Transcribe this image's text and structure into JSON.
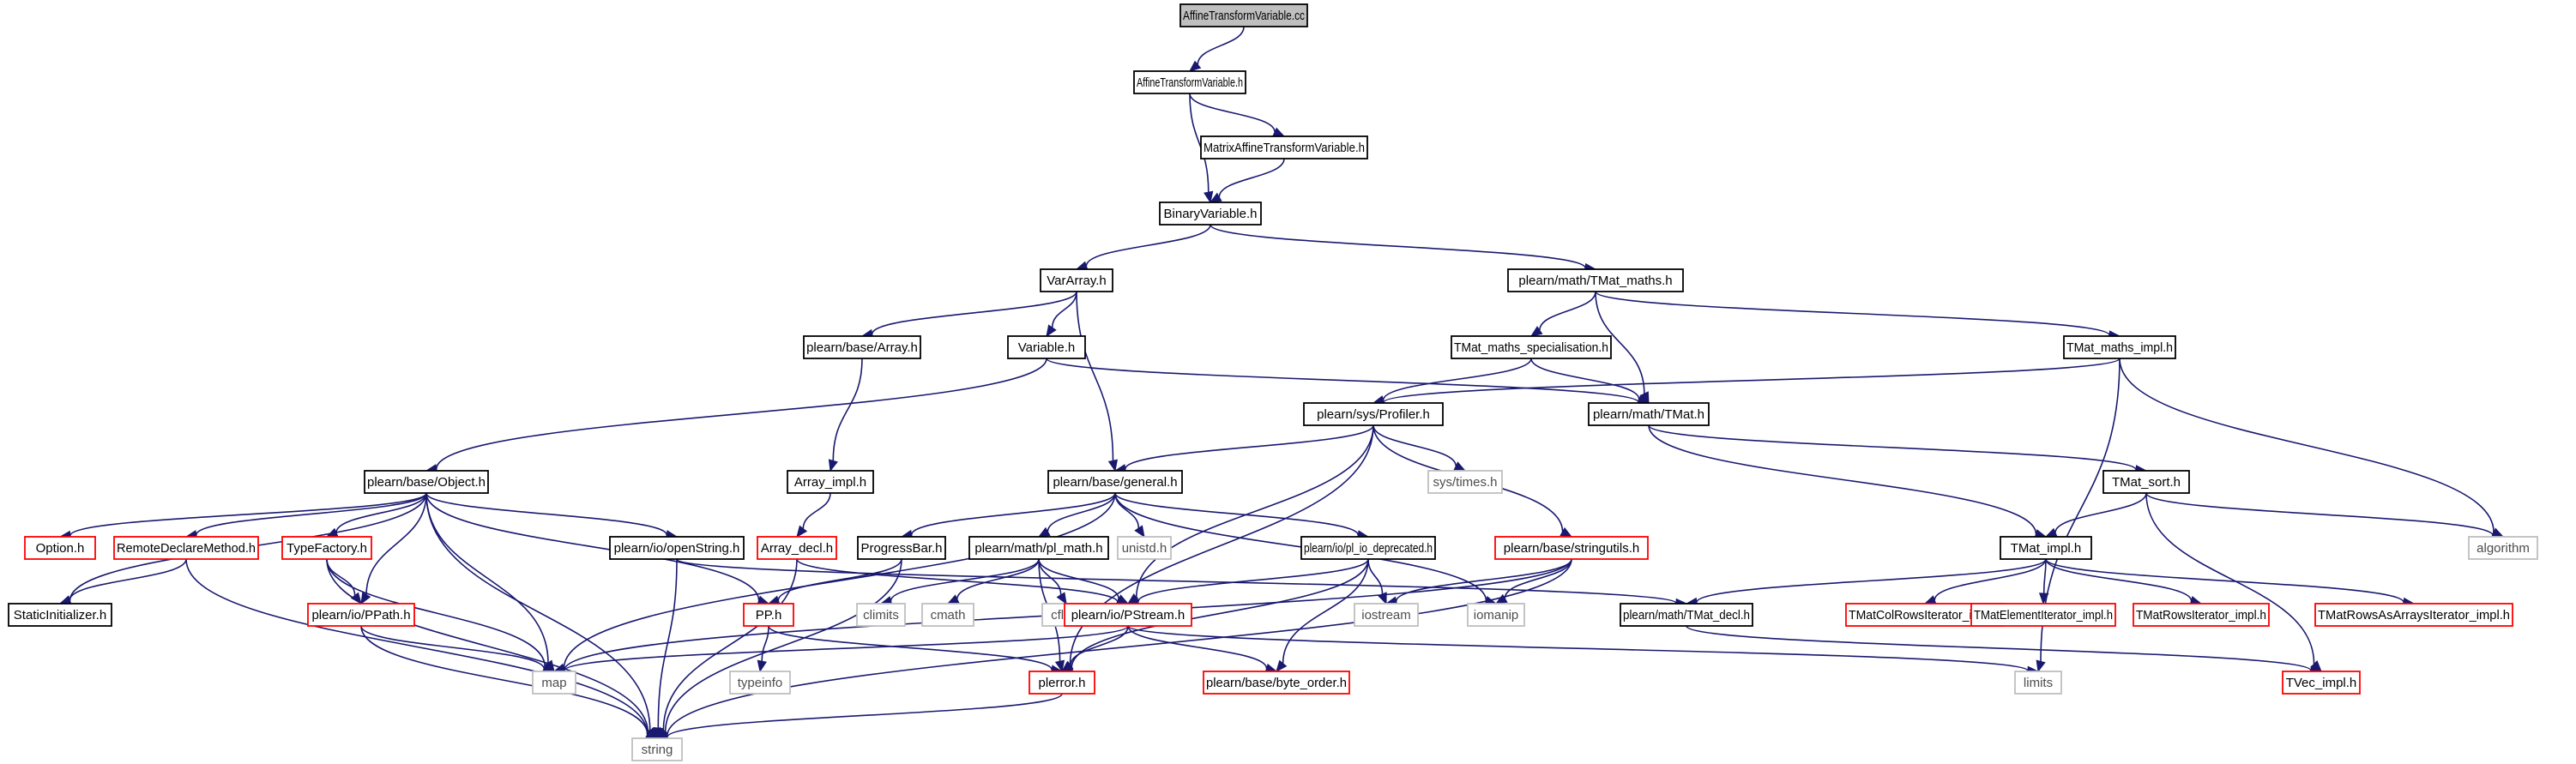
{
  "diagram": {
    "colors": {
      "edge": "#191970",
      "node_border": "#000000",
      "root_fill": "#bfbfbf",
      "incomplete_border": "#ff0000",
      "system_border": "#bfbfbf"
    },
    "nodes": [
      {
        "id": "root",
        "label": "AffineTransformVariable.cc",
        "kind": "root"
      },
      {
        "id": "atv",
        "label": "AffineTransformVariable.h",
        "kind": "normal"
      },
      {
        "id": "matv",
        "label": "MatrixAffineTransformVariable.h",
        "kind": "normal"
      },
      {
        "id": "binv",
        "label": "BinaryVariable.h",
        "kind": "normal"
      },
      {
        "id": "vara",
        "label": "VarArray.h",
        "kind": "normal"
      },
      {
        "id": "tmm",
        "label": "plearn/math/TMat_maths.h",
        "kind": "normal"
      },
      {
        "id": "parr",
        "label": "plearn/base/Array.h",
        "kind": "normal"
      },
      {
        "id": "var",
        "label": "Variable.h",
        "kind": "normal"
      },
      {
        "id": "tmspec",
        "label": "TMat_maths_specialisation.h",
        "kind": "normal"
      },
      {
        "id": "tmmi",
        "label": "TMat_maths_impl.h",
        "kind": "normal"
      },
      {
        "id": "prof",
        "label": "plearn/sys/Profiler.h",
        "kind": "normal"
      },
      {
        "id": "tmat",
        "label": "plearn/math/TMat.h",
        "kind": "normal"
      },
      {
        "id": "obj",
        "label": "plearn/base/Object.h",
        "kind": "normal"
      },
      {
        "id": "arri",
        "label": "Array_impl.h",
        "kind": "normal"
      },
      {
        "id": "gen",
        "label": "plearn/base/general.h",
        "kind": "normal"
      },
      {
        "id": "systimes",
        "label": "sys/times.h",
        "kind": "gray"
      },
      {
        "id": "tsort",
        "label": "TMat_sort.h",
        "kind": "normal"
      },
      {
        "id": "opt",
        "label": "Option.h",
        "kind": "red"
      },
      {
        "id": "rdm",
        "label": "RemoteDeclareMethod.h",
        "kind": "red"
      },
      {
        "id": "tfac",
        "label": "TypeFactory.h",
        "kind": "red"
      },
      {
        "id": "opens",
        "label": "plearn/io/openString.h",
        "kind": "normal"
      },
      {
        "id": "arrd",
        "label": "Array_decl.h",
        "kind": "red"
      },
      {
        "id": "pbar",
        "label": "ProgressBar.h",
        "kind": "normal"
      },
      {
        "id": "plmath",
        "label": "plearn/math/pl_math.h",
        "kind": "normal"
      },
      {
        "id": "unistd",
        "label": "unistd.h",
        "kind": "gray"
      },
      {
        "id": "pliod",
        "label": "plearn/io/pl_io_deprecated.h",
        "kind": "normal"
      },
      {
        "id": "sutil",
        "label": "plearn/base/stringutils.h",
        "kind": "red"
      },
      {
        "id": "tmi",
        "label": "TMat_impl.h",
        "kind": "normal"
      },
      {
        "id": "algo",
        "label": "algorithm",
        "kind": "gray"
      },
      {
        "id": "sinit",
        "label": "StaticInitializer.h",
        "kind": "normal"
      },
      {
        "id": "ppath",
        "label": "plearn/io/PPath.h",
        "kind": "red"
      },
      {
        "id": "pp",
        "label": "PP.h",
        "kind": "red"
      },
      {
        "id": "climits",
        "label": "climits",
        "kind": "gray"
      },
      {
        "id": "cmath",
        "label": "cmath",
        "kind": "gray"
      },
      {
        "id": "cfloat",
        "label": "cfloat",
        "kind": "gray"
      },
      {
        "id": "pstream",
        "label": "plearn/io/PStream.h",
        "kind": "red"
      },
      {
        "id": "iostream",
        "label": "iostream",
        "kind": "gray"
      },
      {
        "id": "iomanip",
        "label": "iomanip",
        "kind": "gray"
      },
      {
        "id": "tmatd",
        "label": "plearn/math/TMat_decl.h",
        "kind": "normal"
      },
      {
        "id": "tcri",
        "label": "TMatColRowsIterator_impl.h",
        "kind": "red"
      },
      {
        "id": "tei",
        "label": "TMatElementIterator_impl.h",
        "kind": "red"
      },
      {
        "id": "tri",
        "label": "TMatRowsIterator_impl.h",
        "kind": "red"
      },
      {
        "id": "traai",
        "label": "TMatRowsAsArraysIterator_impl.h",
        "kind": "red"
      },
      {
        "id": "map",
        "label": "map",
        "kind": "gray"
      },
      {
        "id": "typeinfo",
        "label": "typeinfo",
        "kind": "gray"
      },
      {
        "id": "plerr",
        "label": "plerror.h",
        "kind": "red"
      },
      {
        "id": "border",
        "label": "plearn/base/byte_order.h",
        "kind": "red"
      },
      {
        "id": "limits",
        "label": "limits",
        "kind": "gray"
      },
      {
        "id": "tveci",
        "label": "TVec_impl.h",
        "kind": "red"
      },
      {
        "id": "string",
        "label": "string",
        "kind": "gray"
      }
    ],
    "edges": [
      [
        "root",
        "atv"
      ],
      [
        "atv",
        "matv"
      ],
      [
        "atv",
        "binv"
      ],
      [
        "matv",
        "binv"
      ],
      [
        "binv",
        "vara"
      ],
      [
        "binv",
        "tmm"
      ],
      [
        "vara",
        "parr"
      ],
      [
        "vara",
        "var"
      ],
      [
        "vara",
        "gen"
      ],
      [
        "tmm",
        "tmspec"
      ],
      [
        "tmm",
        "tmat"
      ],
      [
        "tmm",
        "tmmi"
      ],
      [
        "parr",
        "arri"
      ],
      [
        "var",
        "obj"
      ],
      [
        "var",
        "tmat"
      ],
      [
        "tmspec",
        "prof"
      ],
      [
        "tmspec",
        "tmat"
      ],
      [
        "tmmi",
        "prof"
      ],
      [
        "tmmi",
        "algo"
      ],
      [
        "tmmi",
        "limits"
      ],
      [
        "prof",
        "gen"
      ],
      [
        "prof",
        "systimes"
      ],
      [
        "prof",
        "sutil"
      ],
      [
        "prof",
        "pstream"
      ],
      [
        "prof",
        "plerr"
      ],
      [
        "tmat",
        "tsort"
      ],
      [
        "tmat",
        "tmi"
      ],
      [
        "obj",
        "sinit"
      ],
      [
        "obj",
        "opt"
      ],
      [
        "obj",
        "rdm"
      ],
      [
        "obj",
        "tfac"
      ],
      [
        "obj",
        "ppath"
      ],
      [
        "obj",
        "map"
      ],
      [
        "obj",
        "string"
      ],
      [
        "obj",
        "opens"
      ],
      [
        "obj",
        "pp"
      ],
      [
        "arri",
        "arrd"
      ],
      [
        "gen",
        "map"
      ],
      [
        "gen",
        "pbar"
      ],
      [
        "gen",
        "plmath"
      ],
      [
        "gen",
        "unistd"
      ],
      [
        "gen",
        "pliod"
      ],
      [
        "gen",
        "iomanip"
      ],
      [
        "tsort",
        "tmi"
      ],
      [
        "tsort",
        "algo"
      ],
      [
        "tsort",
        "tveci"
      ],
      [
        "rdm",
        "sinit"
      ],
      [
        "rdm",
        "string"
      ],
      [
        "tfac",
        "ppath"
      ],
      [
        "tfac",
        "map"
      ],
      [
        "tfac",
        "string"
      ],
      [
        "opens",
        "string"
      ],
      [
        "opens",
        "tmatd"
      ],
      [
        "arrd",
        "string"
      ],
      [
        "arrd",
        "pstream"
      ],
      [
        "pbar",
        "pp"
      ],
      [
        "pbar",
        "string"
      ],
      [
        "plmath",
        "climits"
      ],
      [
        "plmath",
        "cmath"
      ],
      [
        "plmath",
        "cfloat"
      ],
      [
        "plmath",
        "plerr"
      ],
      [
        "plmath",
        "pstream"
      ],
      [
        "pliod",
        "iostream"
      ],
      [
        "pliod",
        "pstream"
      ],
      [
        "pliod",
        "border"
      ],
      [
        "pliod",
        "plerr"
      ],
      [
        "sutil",
        "map"
      ],
      [
        "sutil",
        "iostream"
      ],
      [
        "sutil",
        "iomanip"
      ],
      [
        "sutil",
        "string"
      ],
      [
        "tmi",
        "tmatd"
      ],
      [
        "tmi",
        "tcri"
      ],
      [
        "tmi",
        "tei"
      ],
      [
        "tmi",
        "tri"
      ],
      [
        "tmi",
        "traai"
      ],
      [
        "ppath",
        "map"
      ],
      [
        "ppath",
        "string"
      ],
      [
        "pp",
        "typeinfo"
      ],
      [
        "pp",
        "plerr"
      ],
      [
        "pstream",
        "map"
      ],
      [
        "pstream",
        "plerr"
      ],
      [
        "pstream",
        "border"
      ],
      [
        "pstream",
        "limits"
      ],
      [
        "plerr",
        "string"
      ],
      [
        "tmatd",
        "tveci"
      ]
    ]
  }
}
